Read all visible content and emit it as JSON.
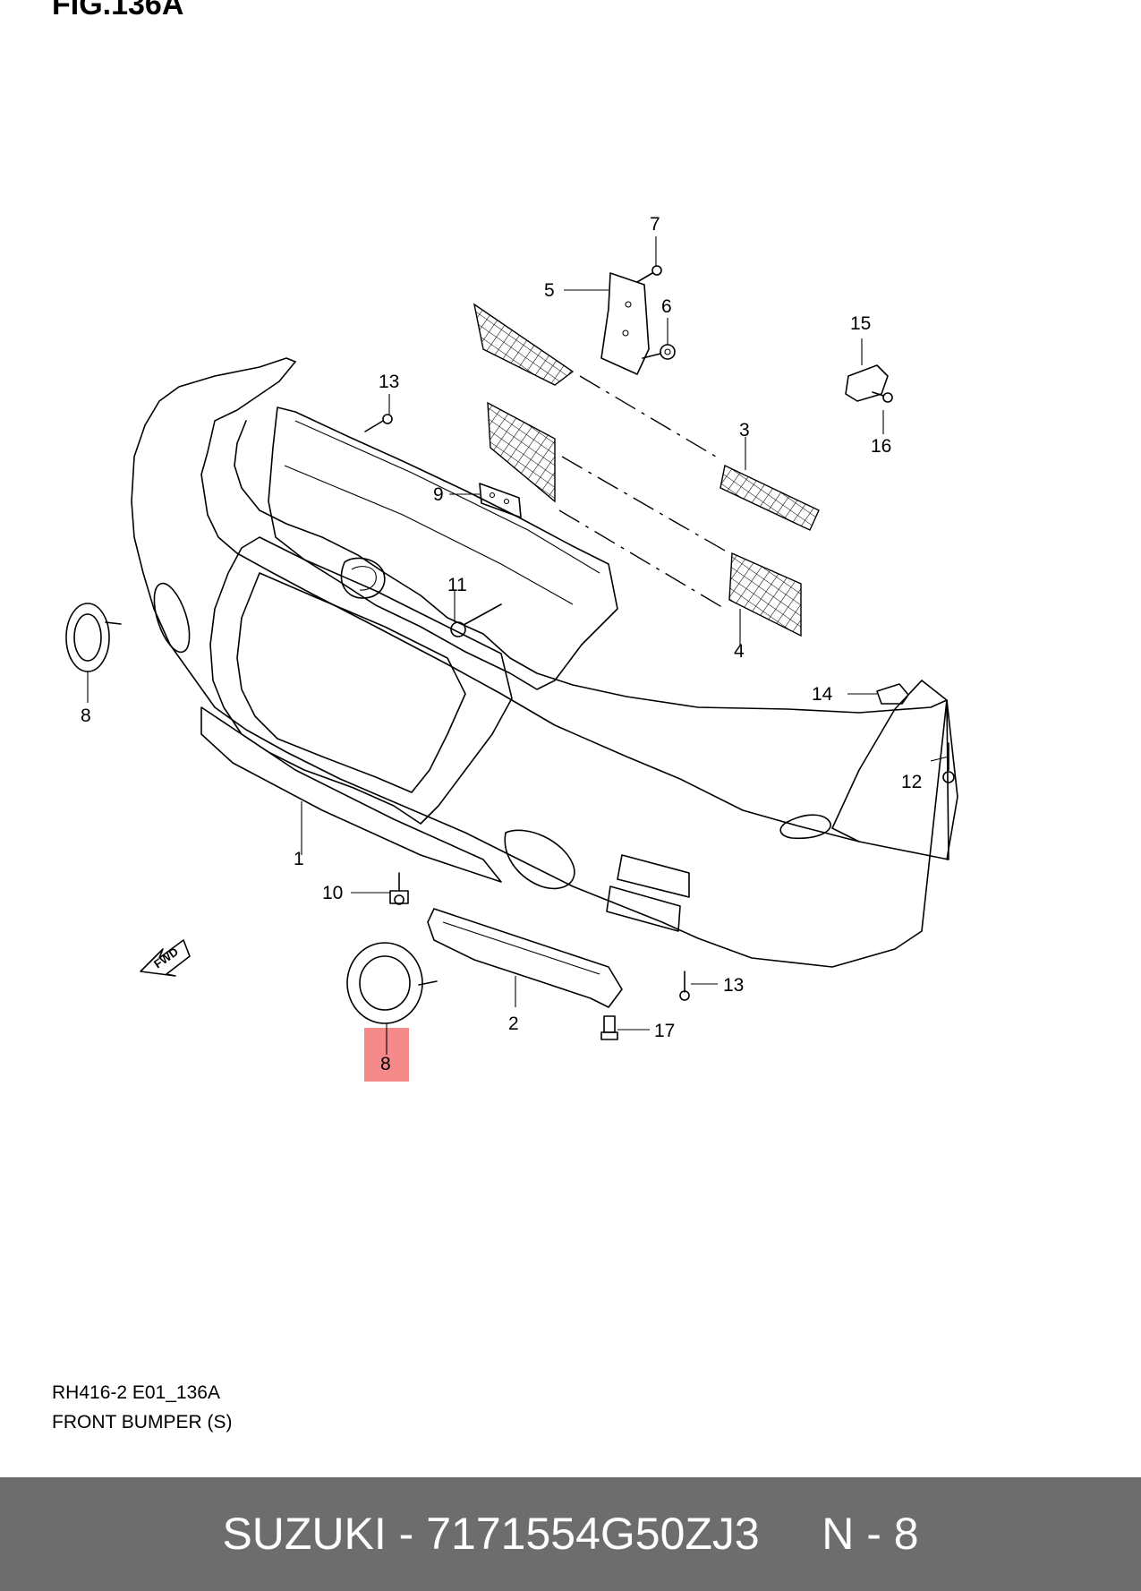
{
  "figure": {
    "label": "FIG.136A"
  },
  "diagram": {
    "callouts": [
      {
        "num": "1"
      },
      {
        "num": "2"
      },
      {
        "num": "3"
      },
      {
        "num": "4"
      },
      {
        "num": "5"
      },
      {
        "num": "6"
      },
      {
        "num": "7"
      },
      {
        "num": "8"
      },
      {
        "num": "8"
      },
      {
        "num": "9"
      },
      {
        "num": "10"
      },
      {
        "num": "11"
      },
      {
        "num": "12"
      },
      {
        "num": "13"
      },
      {
        "num": "13"
      },
      {
        "num": "14"
      },
      {
        "num": "15"
      },
      {
        "num": "16"
      },
      {
        "num": "17"
      }
    ],
    "highlight": {
      "num": "8",
      "color": "#f48a8a"
    },
    "fwd_label": "FWD"
  },
  "meta": {
    "code": "RH416-2 E01_136A",
    "title": "FRONT BUMPER (S)"
  },
  "footer": {
    "brand": "SUZUKI",
    "part_number": "7171554G50ZJ3",
    "ref": "N - 8",
    "text": "SUZUKI - 7171554G50ZJ3     N - 8",
    "bg_color": "#6d6d6d"
  }
}
